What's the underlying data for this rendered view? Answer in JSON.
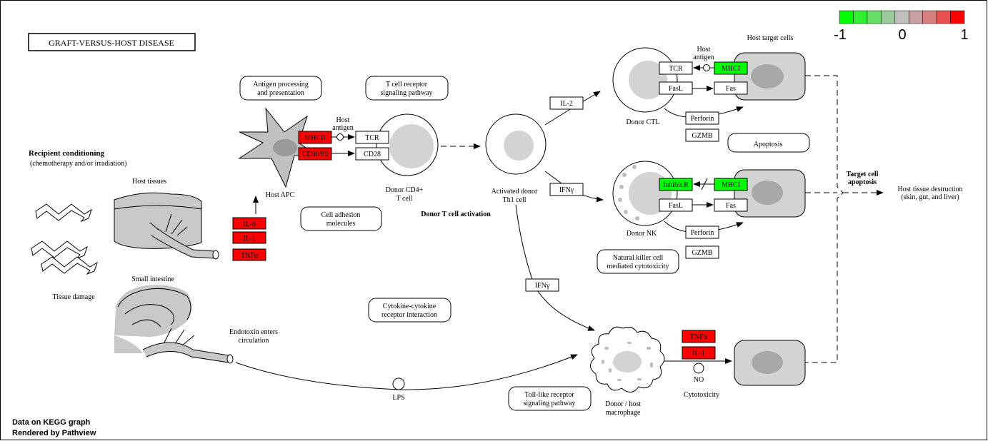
{
  "title": "GRAFT-VERSUS-HOST DISEASE",
  "legend": {
    "colors": [
      "#00ff00",
      "#33ee33",
      "#66dd66",
      "#99cc99",
      "#bebebe",
      "#c8a0a0",
      "#d88080",
      "#e85050",
      "#ff0000"
    ],
    "labels": [
      "-1",
      "0",
      "1"
    ]
  },
  "footer": [
    "Data on KEGG graph",
    "Rendered by Pathview"
  ],
  "labels": {
    "recipient_conditioning": "Recipient conditioning",
    "recipient_conditioning_sub": "(chemotherapy and/or irradiation)",
    "host_tissues": "Host tissues",
    "tissue_damage": "Tissue damage",
    "small_intestine": "Small intestine",
    "endotoxin_1": "Endotoxin enters",
    "endotoxin_2": "circulation",
    "host_apc": "Host APC",
    "host_antigen_1_a": "Host",
    "host_antigen_1_b": "antigen",
    "host_antigen_2_a": "Host",
    "host_antigen_2_b": "antigen",
    "donor_cd4_1": "Donor CD4+",
    "donor_cd4_2": "T cell",
    "donor_t_activation": "Donor T cell activation",
    "activated_donor_1": "Activated donor",
    "activated_donor_2": "Th1 cell",
    "host_target_cells": "Host target cells",
    "donor_ctl": "Donor CTL",
    "donor_nk": "Donor NK",
    "target_apoptosis_1": "Target cell",
    "target_apoptosis_2": "apoptosis",
    "host_destruction_1": "Host tissue destruction",
    "host_destruction_2": "(skin, gut, and liver)",
    "lps": "LPS",
    "no": "NO",
    "cytotoxicity": "Cytotoxicity",
    "macrophage_1": "Donor / host",
    "macrophage_2": "macrophage"
  },
  "pathway_links": {
    "antigen_processing_1": "Antigen processing",
    "antigen_processing_2": "and presentation",
    "tcr_signaling_1": "T cell receptor",
    "tcr_signaling_2": "signaling pathway",
    "cell_adhesion_1": "Cell adhesion",
    "cell_adhesion_2": "molecules",
    "cytokine_1": "Cytokine-cytokine",
    "cytokine_2": "receptor interaction",
    "toll_like_1": "Toll-like receptor",
    "toll_like_2": "signaling pathway",
    "nk_cytotox_1": "Natural killer cell",
    "nk_cytotox_2": "mediated cytotoxicity",
    "apoptosis": "Apoptosis"
  },
  "genes": {
    "mhcii": "MHCII",
    "cd80_86": "CD80/86",
    "tcr_cd4": "TCR",
    "cd28": "CD28",
    "il6": "IL-6",
    "il1_apc": "IL-1",
    "tnfa_apc": "TNFα",
    "il2": "IL-2",
    "ifng_top": "IFNγ",
    "ifng_mid": "IFNγ",
    "tcr_ctl": "TCR",
    "mhci_ctl": "MHCI",
    "fasl_ctl": "FasL",
    "fas_ctl": "Fas",
    "perforin_ctl": "Perforin",
    "gzmb_ctl": "GZMB",
    "inhibit_r": "Inhibit.R",
    "mhci_nk": "MHCI",
    "fasl_nk": "FasL",
    "fas_nk": "Fas",
    "perforin_nk": "Perforin",
    "gzmb_nk": "GZMB",
    "tnfa_mac": "TNFα",
    "il1_mac": "IL-1"
  },
  "colors": {
    "up": "#ff0000",
    "down": "#00ff00",
    "neutral": "#ffffff",
    "cell": "#d3d3d3"
  }
}
